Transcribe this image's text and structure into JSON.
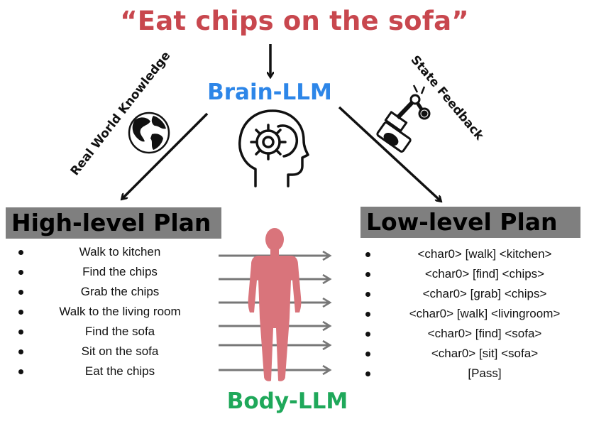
{
  "title": "“Eat chips on the sofa”",
  "brain_label": "Brain-LLM",
  "body_label": "Body-LLM",
  "left_edge_label": "Real World Knowledge",
  "right_edge_label": "State Feedback",
  "high_level": {
    "heading": "High-level Plan",
    "steps": [
      "Walk to kitchen",
      "Find the chips",
      "Grab the chips",
      "Walk to the living room",
      "Find the sofa",
      "Sit on the sofa",
      "Eat the chips"
    ]
  },
  "low_level": {
    "heading": "Low-level Plan",
    "steps": [
      "<char0> [walk] <kitchen>",
      "<char0> [find] <chips>",
      "<char0> [grab] <chips>",
      "<char0> [walk] <livingroom>",
      "<char0> [find] <sofa>",
      "<char0> [sit] <sofa>",
      "[Pass]"
    ]
  },
  "colors": {
    "title": "#c8474e",
    "brain": "#2d86e8",
    "body": "#1fa85a",
    "figure": "#d9747b",
    "heading_bg": "#7f7f7f"
  },
  "icons": [
    "globe-icon",
    "brain-head-icon",
    "robot-arm-icon",
    "human-body-icon"
  ]
}
